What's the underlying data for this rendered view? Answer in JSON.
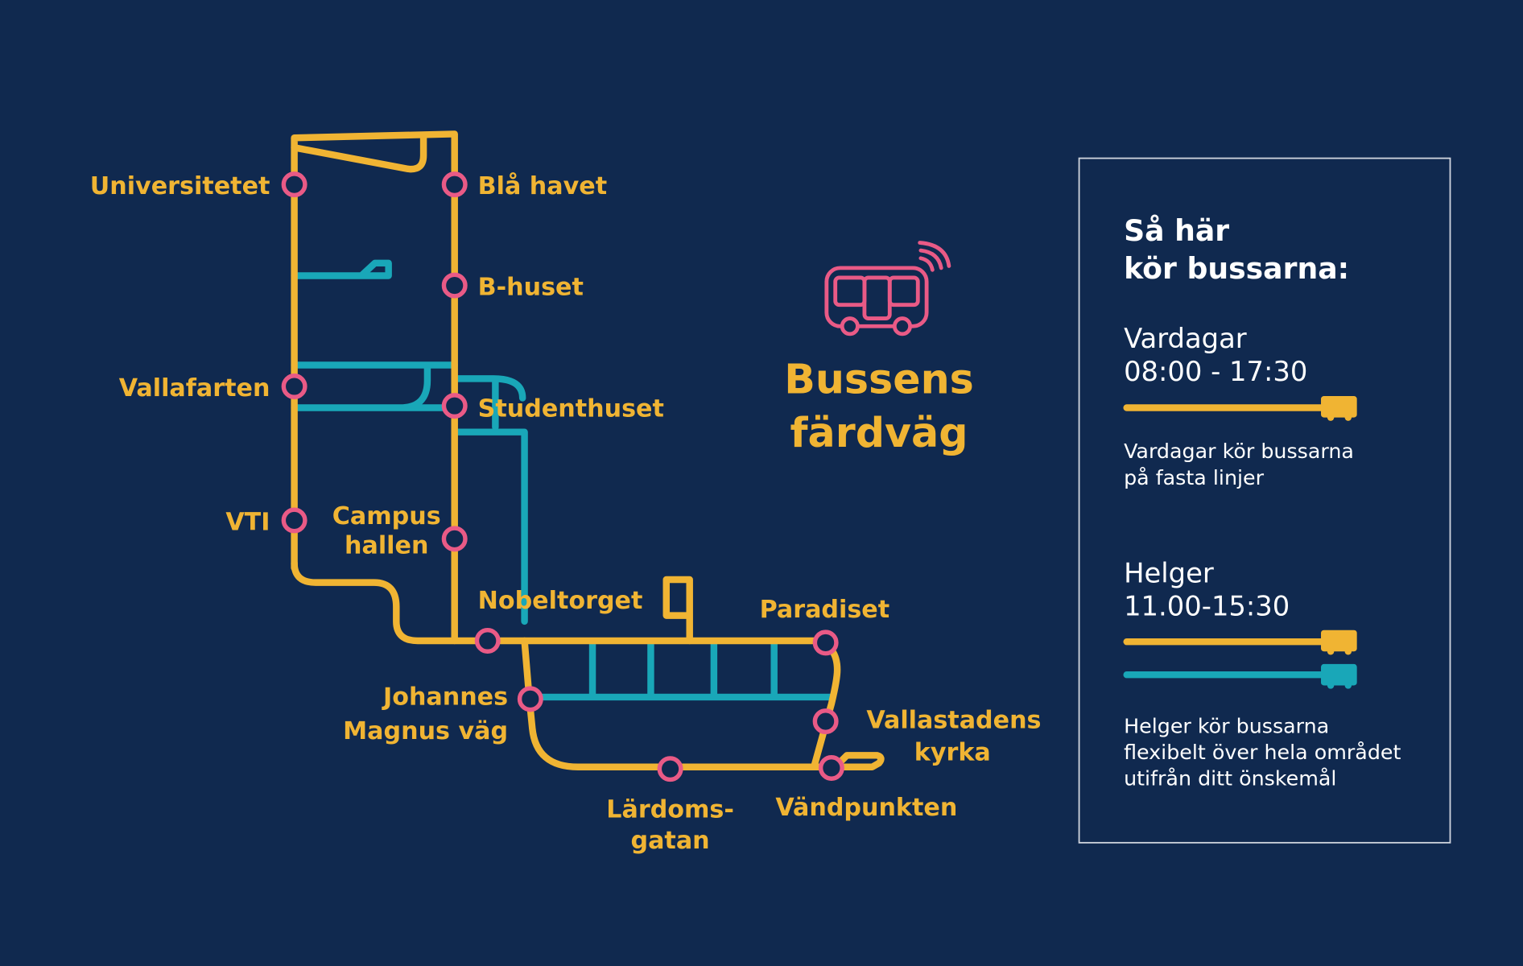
{
  "title": {
    "line1": "Bussens",
    "line2": "färdväg"
  },
  "colors": {
    "background": "#10294f",
    "weekday_route": "#f0b433",
    "weekend_route": "#19a7b8",
    "stop": "#e95a86"
  },
  "stops": {
    "universitetet": "Universitetet",
    "bla_havet": "Blå havet",
    "b_huset": "B-huset",
    "vallafarten": "Vallafarten",
    "studenthuset": "Studenthuset",
    "vti": "VTI",
    "campushallen_1": "Campus",
    "campushallen_2": "hallen",
    "nobeltorget": "Nobeltorget",
    "paradiset": "Paradiset",
    "johannes_1": "Johannes",
    "johannes_2": "Magnus väg",
    "vallastadens_1": "Vallastadens",
    "vallastadens_2": "kyrka",
    "lardoms_1": "Lärdoms-",
    "lardoms_2": "gatan",
    "vandpunkten": "Vändpunkten"
  },
  "legend": {
    "heading_1": "Så här",
    "heading_2": "kör bussarna:",
    "weekday": {
      "label": "Vardagar",
      "hours": "08:00 - 17:30",
      "desc_1": "Vardagar kör bussarna",
      "desc_2": "på fasta linjer"
    },
    "weekend": {
      "label": "Helger",
      "hours": "11.00-15:30",
      "desc_1": "Helger kör bussarna",
      "desc_2": "flexibelt över hela området",
      "desc_3": "utifrån ditt önskemål"
    }
  }
}
